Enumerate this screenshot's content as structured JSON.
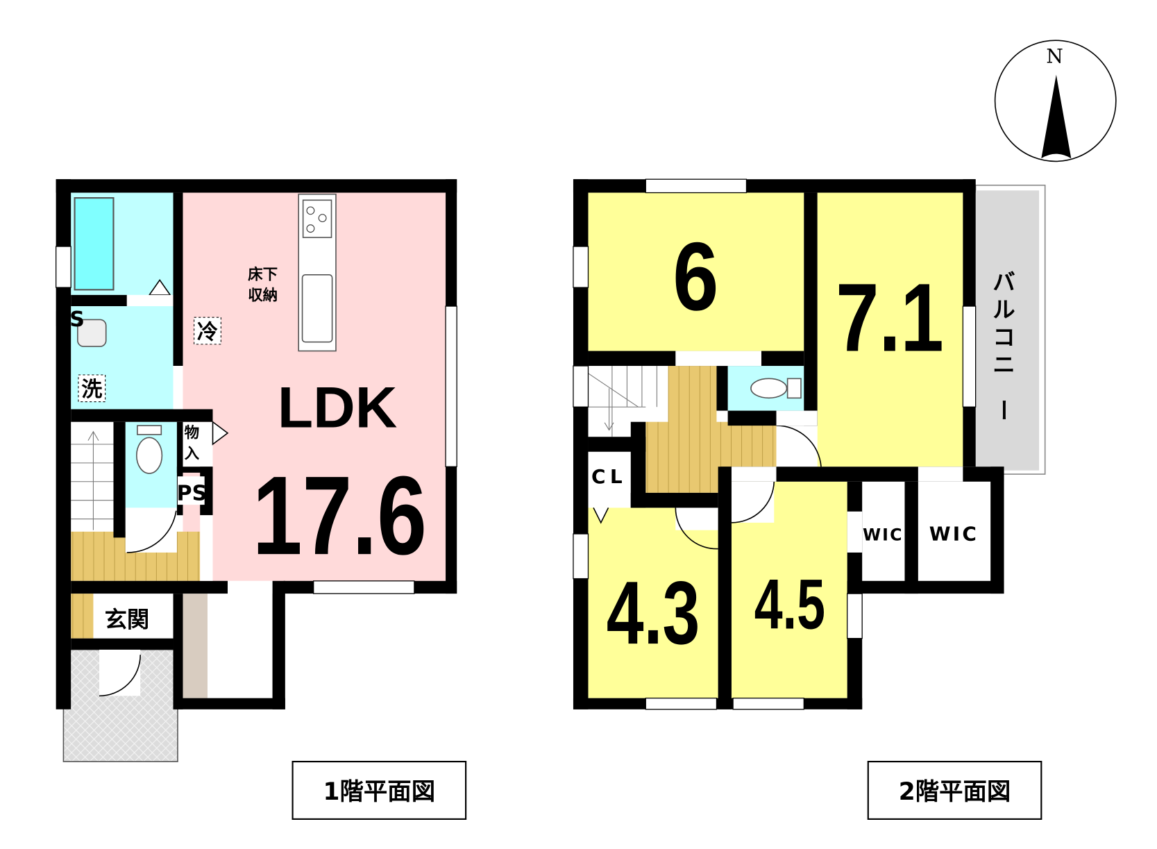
{
  "floor1": {
    "title": "1階平面図",
    "ldk_label": "LDK",
    "ldk_size": "17.6",
    "underfloor_storage": [
      "床下",
      "収納"
    ],
    "fridge": "冷",
    "washer": "洗",
    "ps_top": "PS",
    "storage_chars": [
      "物",
      "入"
    ],
    "ps_mid": "PS",
    "entrance": "玄関"
  },
  "floor2": {
    "title": "2階平面図",
    "room_a": "6",
    "room_b": "7.1",
    "room_c": "4.3",
    "room_d": "4.5",
    "closet": "CL",
    "wic_1": "WIC",
    "wic_2": "WIC",
    "balcony_chars": [
      "バ",
      "ル",
      "コ",
      "ニ",
      "ー"
    ]
  },
  "compass": {
    "label": "N"
  },
  "colors": {
    "ldk": "#ffdada",
    "wet": "#c0ffff",
    "bathtub": "#80ffff",
    "room": "#ffff99",
    "wood": "#e8c870",
    "balcony": "#d9d9d9",
    "porch": "#dcdcdc",
    "storage": "#d8ccc0"
  }
}
